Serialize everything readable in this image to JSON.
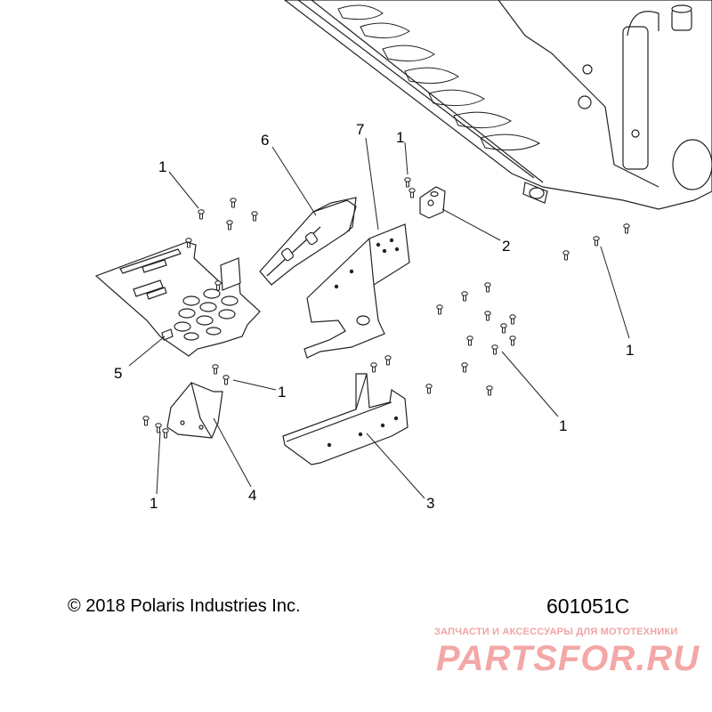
{
  "diagram": {
    "callouts": [
      {
        "id": "c1a",
        "label": "1"
      },
      {
        "id": "c1b",
        "label": "1"
      },
      {
        "id": "c1c",
        "label": "1"
      },
      {
        "id": "c1d",
        "label": "1"
      },
      {
        "id": "c1e",
        "label": "1"
      },
      {
        "id": "c1f",
        "label": "1"
      },
      {
        "id": "c2",
        "label": "2"
      },
      {
        "id": "c3",
        "label": "3"
      },
      {
        "id": "c4",
        "label": "4"
      },
      {
        "id": "c5",
        "label": "5"
      },
      {
        "id": "c6",
        "label": "6"
      },
      {
        "id": "c7",
        "label": "7"
      }
    ]
  },
  "footer": {
    "copyright": "© 2018 Polaris Industries Inc.",
    "figure_number": "601051C"
  },
  "watermark": {
    "tagline": "ЗАПЧАСТИ И АКСЕССУАРЫ ДЛЯ МОТОТЕХНИКИ",
    "logo": "PARTSFOR.RU",
    "color": "#f4a7a7"
  }
}
